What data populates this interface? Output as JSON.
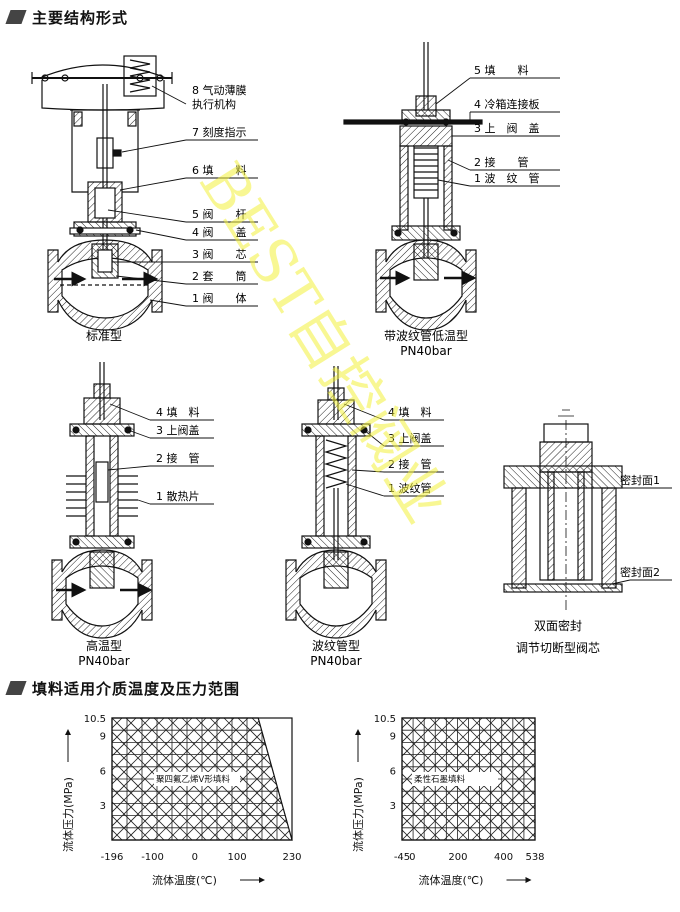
{
  "sections": {
    "structure_title": "主要结构形式",
    "packing_title": "填料适用介质温度及压力范围"
  },
  "watermark": "BEST自控阀业",
  "valves": {
    "standard": {
      "caption": "标准型",
      "callouts": [
        "8 气动薄膜",
        "执行机构",
        "7 刻度指示",
        "6 填　　料",
        "5 阀　　杆",
        "4 阀　　盖",
        "3 阀　　芯",
        "2 套　　筒",
        "1 阀　　体"
      ]
    },
    "bellows_low": {
      "caption": "带波纹管低温型",
      "rating": "PN40bar",
      "callouts": [
        "5 填　　料",
        "4 冷箱连接板",
        "3 上　阀　盖",
        "2 接　　管",
        "1 波　纹　管"
      ]
    },
    "high_temp": {
      "caption": "高温型",
      "rating": "PN40bar",
      "callouts": [
        "4 填　料",
        "3 上阀盖",
        "2 接　管",
        "1 散热片"
      ]
    },
    "bellows": {
      "caption": "波纹管型",
      "rating": "PN40bar",
      "callouts": [
        "4 填　料",
        "3 上阀盖",
        "2 接　管",
        "1 波纹管"
      ]
    },
    "shutoff": {
      "caption": "调节切断型阀芯",
      "subcaption": "双面密封",
      "callouts": [
        "密封面1",
        "密封面2"
      ]
    }
  },
  "chart_data": [
    {
      "type": "area",
      "title": "",
      "ylabel": "流体压力(MPa)",
      "xlabel": "流体温度(℃)",
      "x_ticks": [
        "-196",
        "-100",
        "0",
        "100",
        "230"
      ],
      "y_ticks": [
        "3",
        "6",
        "9",
        "10.5"
      ],
      "xlim": [
        -196,
        230
      ],
      "ylim": [
        0,
        10.5
      ],
      "region_label": "聚四氟乙烯V形填料",
      "region": {
        "x": [
          -196,
          150,
          230,
          230,
          -196
        ],
        "y": [
          10.5,
          10.5,
          0,
          0,
          0
        ]
      }
    },
    {
      "type": "area",
      "title": "",
      "ylabel": "流体压力(MPa)",
      "xlabel": "流体温度(℃)",
      "x_ticks": [
        "-45",
        "0",
        "200",
        "400",
        "538"
      ],
      "y_ticks": [
        "3",
        "6",
        "9",
        "10.5"
      ],
      "xlim": [
        -45,
        538
      ],
      "ylim": [
        0,
        10.5
      ],
      "region_label": "柔性石墨填料",
      "region": {
        "x": [
          -45,
          538,
          538,
          -45
        ],
        "y": [
          10.5,
          10.5,
          0,
          0
        ]
      }
    }
  ]
}
